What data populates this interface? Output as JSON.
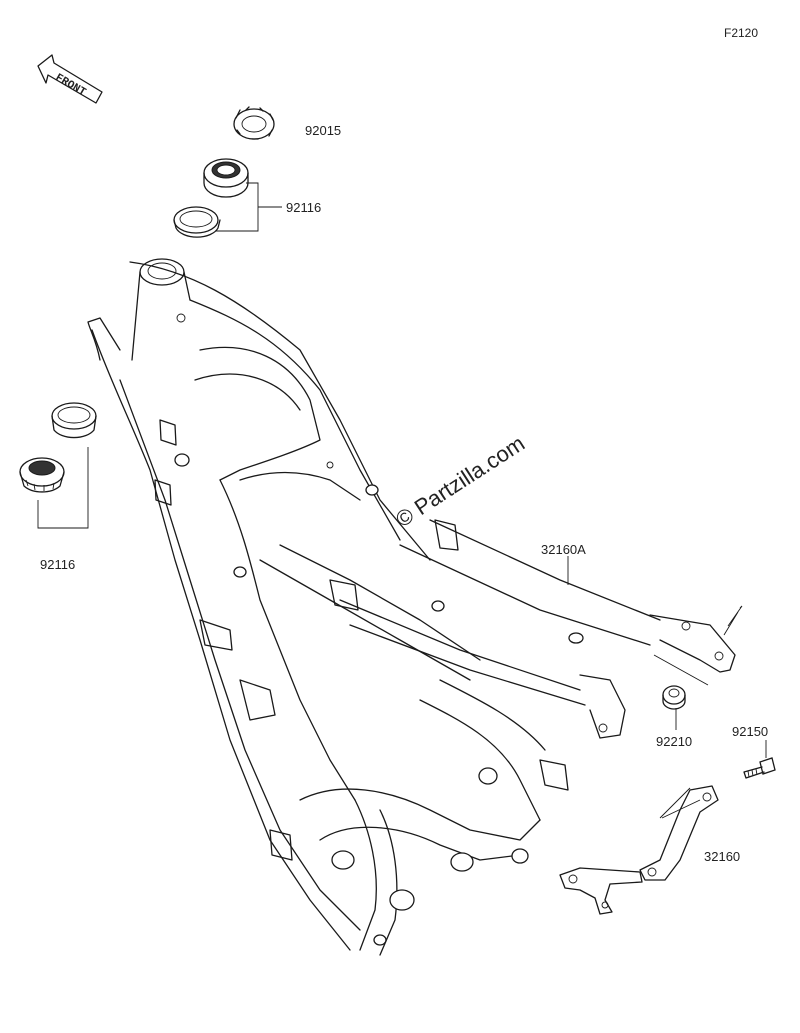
{
  "figure_code": "F2120",
  "front_arrow_text": "FRONT",
  "watermark": "© Partzilla.com",
  "callouts": [
    {
      "id": "92015",
      "label": "92015"
    },
    {
      "id": "92116_top",
      "label": "92116"
    },
    {
      "id": "92116_left",
      "label": "92116"
    },
    {
      "id": "32160A",
      "label": "32160A"
    },
    {
      "id": "92210",
      "label": "92210"
    },
    {
      "id": "92150",
      "label": "92150"
    },
    {
      "id": "32160",
      "label": "32160"
    }
  ]
}
